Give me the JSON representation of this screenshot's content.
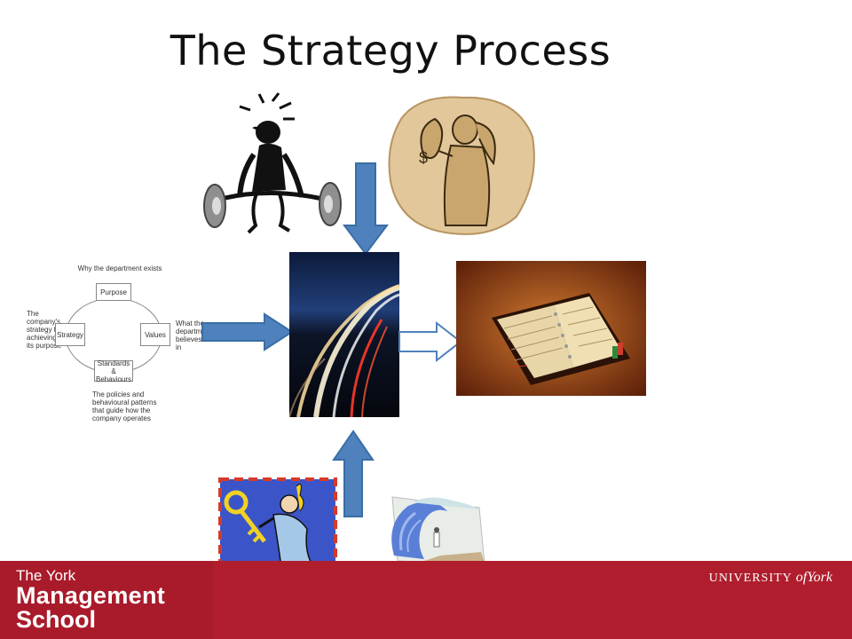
{
  "slide": {
    "title": "The Strategy Process"
  },
  "cycle_diagram": {
    "top_caption": "Why the department exists",
    "left_caption": "The company's strategy for achieving its purpose",
    "right_caption": "What the department believes in",
    "bottom_caption": "The policies and behavioural patterns that guide how the company operates",
    "box_purpose": "Purpose",
    "box_strategy": "Strategy",
    "box_values": "Values",
    "box_standards": "Standards & Behaviours"
  },
  "footer": {
    "line1": "The York",
    "line2": "Management",
    "line3": "School",
    "university_prefix": "UNIVERSITY",
    "university_of": "of",
    "university_name": "York"
  },
  "colors": {
    "arrow_blue": "#4f81bd",
    "arrow_outline": "#3a6ea5",
    "footer_red": "#b01e2e"
  }
}
